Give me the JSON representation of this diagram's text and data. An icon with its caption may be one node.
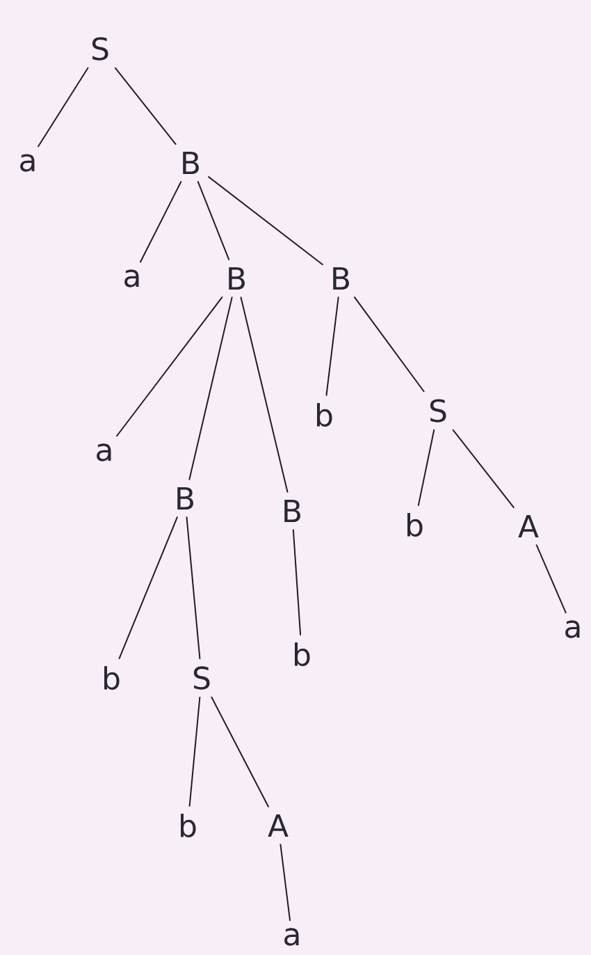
{
  "diagram": {
    "nodes": [
      {
        "text": [
          "S"
        ]
      },
      {
        "text": [
          "a"
        ]
      },
      {
        "text": [
          "B"
        ]
      },
      {
        "text": [
          "a"
        ]
      },
      {
        "text": [
          "B"
        ]
      },
      {
        "text": [
          "B"
        ]
      },
      {
        "text": [
          "b"
        ]
      },
      {
        "text": [
          "S"
        ]
      },
      {
        "text": [
          "a"
        ]
      },
      {
        "text": [
          "B"
        ]
      },
      {
        "text": [
          "B"
        ]
      },
      {
        "text": [
          "b"
        ]
      },
      {
        "text": [
          "A"
        ]
      },
      {
        "text": [
          "b"
        ]
      },
      {
        "text": [
          "S"
        ]
      },
      {
        "text": [
          "b"
        ]
      },
      {
        "text": [
          "a"
        ]
      },
      {
        "text": [
          "b"
        ]
      },
      {
        "text": [
          "A"
        ]
      },
      {
        "text": [
          "a"
        ]
      }
    ],
    "edges": [
      {
        "from": 0,
        "to": 1,
        "arrow": "none"
      },
      {
        "from": 0,
        "to": 2,
        "arrow": "none"
      },
      {
        "from": 2,
        "to": 3,
        "arrow": "none"
      },
      {
        "from": 2,
        "to": 4,
        "arrow": "none"
      },
      {
        "from": 2,
        "to": 5,
        "arrow": "none"
      },
      {
        "from": 5,
        "to": 6,
        "arrow": "none"
      },
      {
        "from": 5,
        "to": 7,
        "arrow": "none"
      },
      {
        "from": 4,
        "to": 8,
        "arrow": "none"
      },
      {
        "from": 4,
        "to": 9,
        "arrow": "none"
      },
      {
        "from": 4,
        "to": 10,
        "arrow": "none"
      },
      {
        "from": 7,
        "to": 11,
        "arrow": "none"
      },
      {
        "from": 7,
        "to": 12,
        "arrow": "none"
      },
      {
        "from": 9,
        "to": 13,
        "arrow": "none"
      },
      {
        "from": 9,
        "to": 14,
        "arrow": "none"
      },
      {
        "from": 10,
        "to": 15,
        "arrow": "none"
      },
      {
        "from": 12,
        "to": 16,
        "arrow": "none"
      },
      {
        "from": 14,
        "to": 17,
        "arrow": "none"
      },
      {
        "from": 14,
        "to": 18,
        "arrow": "none"
      },
      {
        "from": 18,
        "to": 19,
        "arrow": "none"
      }
    ]
  }
}
